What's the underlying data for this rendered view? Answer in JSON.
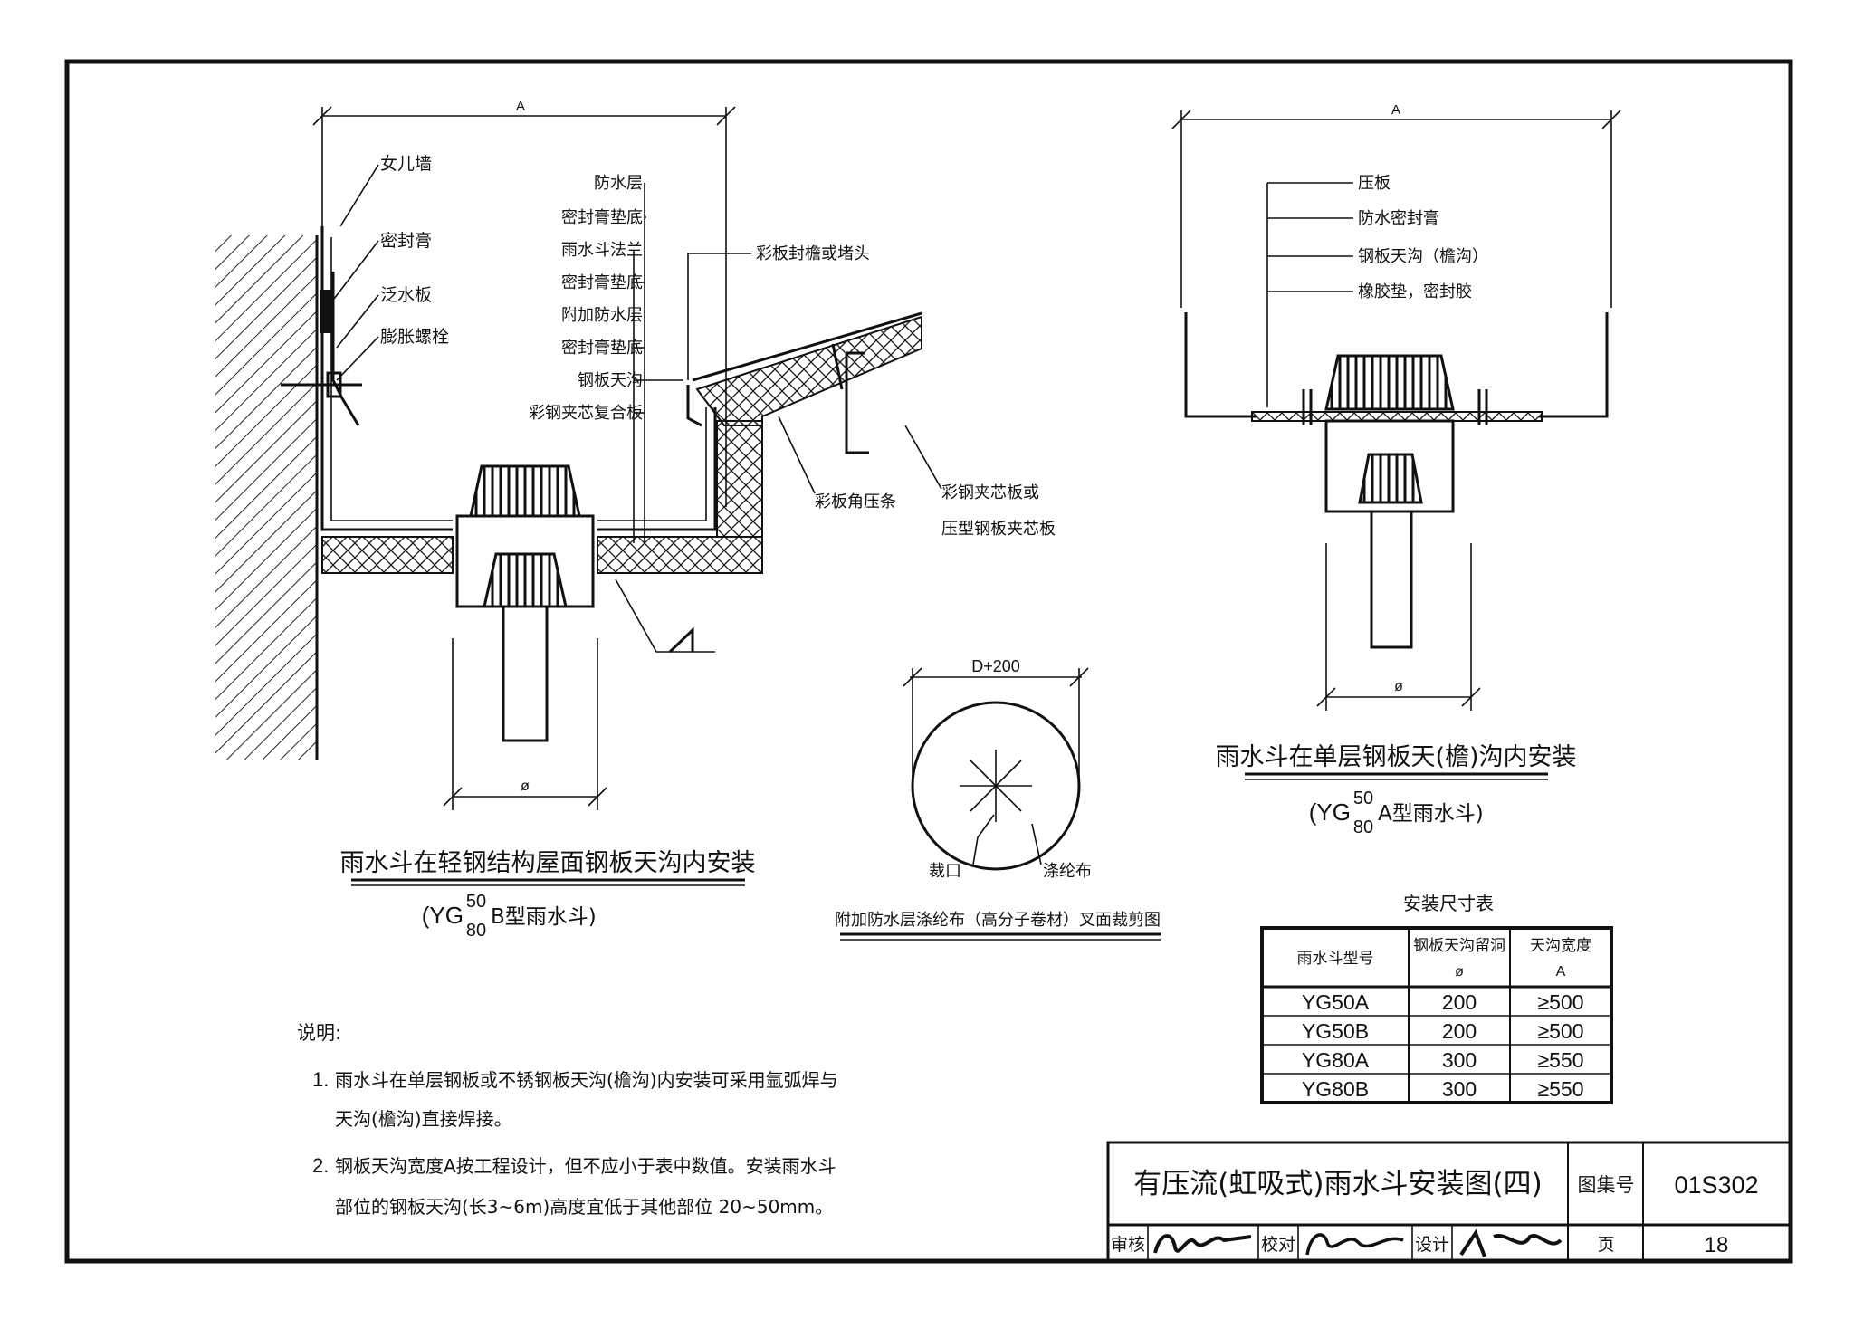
{
  "left_drawing": {
    "dim_top": "A",
    "dim_bottom": "ø",
    "labels_left": [
      "女儿墙",
      "密封膏",
      "泛水板",
      "膨胀螺栓"
    ],
    "labels_center": [
      "防水层",
      "密封膏垫底",
      "雨水斗法兰",
      "密封膏垫底",
      "附加防水层",
      "密封膏垫底",
      "钢板天沟",
      "彩钢夹芯复合板"
    ],
    "labels_right": [
      "彩板封檐或堵头",
      "彩板角压条",
      "彩钢夹芯板或",
      "压型钢板夹芯板"
    ],
    "caption": "雨水斗在轻钢结构屋面钢板天沟内安装",
    "model_prefix": "(YG",
    "model_sup": "50",
    "model_sub": "80",
    "model_suffix": "B型雨水斗)"
  },
  "right_drawing": {
    "dim_top": "A",
    "dim_bottom": "ø",
    "labels": [
      "压板",
      "防水密封膏",
      "钢板天沟（檐沟）",
      "橡胶垫，密封胶"
    ],
    "caption": "雨水斗在单层钢板天(檐)沟内安装",
    "model_prefix": "(YG",
    "model_sup": "50",
    "model_sub": "80",
    "model_suffix": "A型雨水斗)"
  },
  "center_drawing": {
    "dim_top": "D+200",
    "label_left": "裁口",
    "label_right": "涤纶布",
    "caption": "附加防水层涤纶布（高分子卷材）叉面裁剪图"
  },
  "table": {
    "title": "安装尺寸表",
    "headers": [
      "雨水斗型号",
      "钢板天沟留洞",
      "天沟宽度"
    ],
    "header_units": [
      "",
      "ø",
      "A"
    ],
    "rows": [
      [
        "YG50A",
        "200",
        "≥500"
      ],
      [
        "YG50B",
        "200",
        "≥500"
      ],
      [
        "YG80A",
        "300",
        "≥550"
      ],
      [
        "YG80B",
        "300",
        "≥550"
      ]
    ]
  },
  "notes": {
    "heading": "说明:",
    "items": [
      {
        "num": "1.",
        "line1": "雨水斗在单层钢板或不锈钢板天沟(檐沟)内安装可采用氩弧焊与",
        "line2": "天沟(檐沟)直接焊接。"
      },
      {
        "num": "2.",
        "line1": "钢板天沟宽度A按工程设计，但不应小于表中数值。安装雨水斗",
        "line2": "部位的钢板天沟(长3~6m)高度宜低于其他部位 20~50mm。"
      }
    ]
  },
  "title_block": {
    "title": "有压流(虹吸式)雨水斗安装图(四)",
    "atlas_label": "图集号",
    "atlas_no": "01S302",
    "review_label": "审核",
    "check_label": "校对",
    "design_label": "设计",
    "page_label": "页",
    "page_no": "18"
  }
}
